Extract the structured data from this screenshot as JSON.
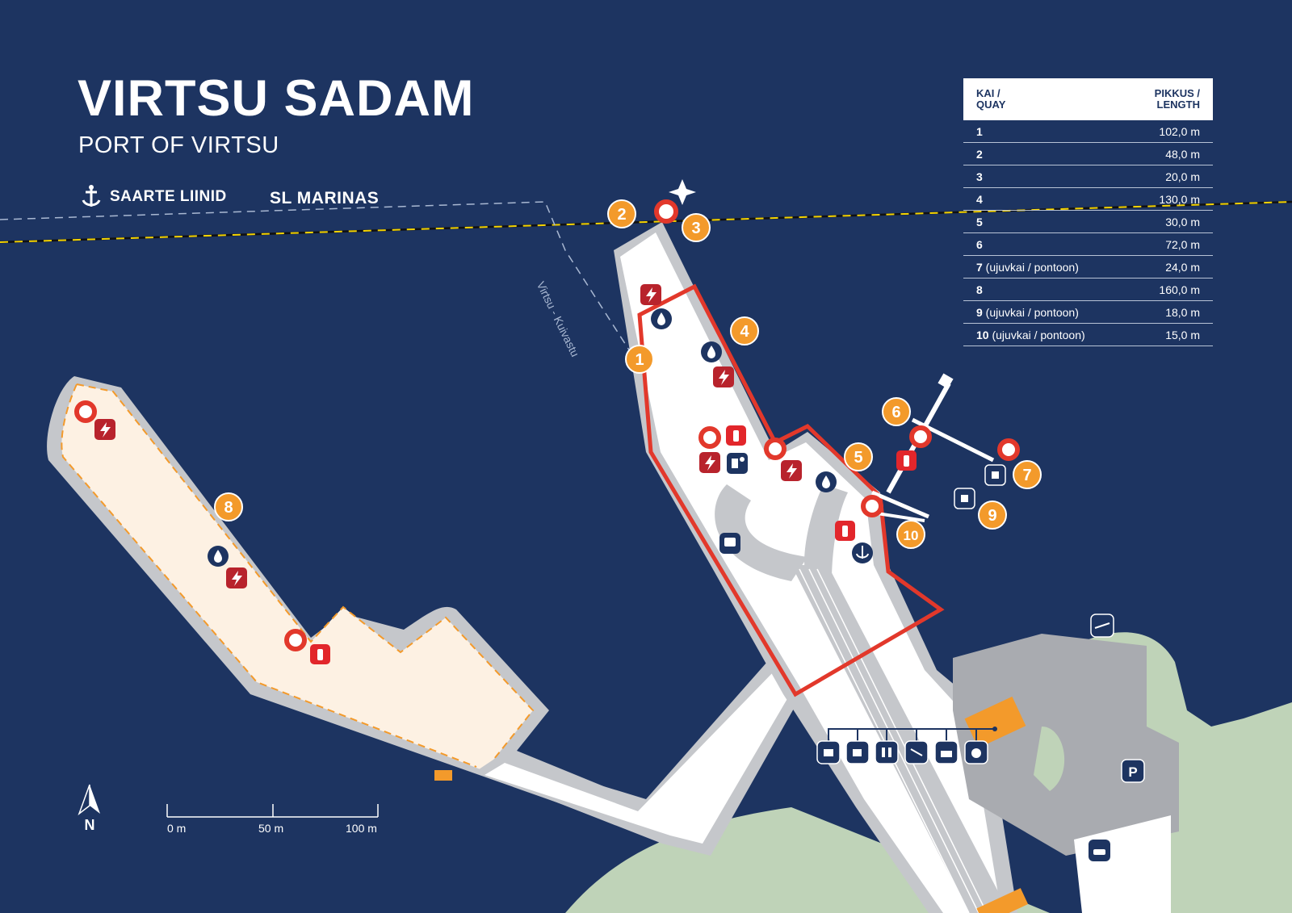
{
  "header": {
    "title": "VIRTSU SADAM",
    "subtitle": "PORT OF VIRTSU"
  },
  "logos": {
    "saarte_liinid": "SAARTE LIINID",
    "sl_marinas": "SL MARINAS"
  },
  "route_label": "Virtsu - Kuivastu",
  "legend": {
    "col1": [
      "KAI /",
      "QUAY"
    ],
    "col2": [
      "PIKKUS /",
      "LENGTH"
    ],
    "rows": [
      {
        "num": "1",
        "note": "",
        "length": "102,0 m"
      },
      {
        "num": "2",
        "note": "",
        "length": "48,0 m"
      },
      {
        "num": "3",
        "note": "",
        "length": "20,0 m"
      },
      {
        "num": "4",
        "note": "",
        "length": "130,0 m"
      },
      {
        "num": "5",
        "note": "",
        "length": "30,0 m"
      },
      {
        "num": "6",
        "note": "",
        "length": "72,0 m"
      },
      {
        "num": "7",
        "note": " (ujuvkai / pontoon)",
        "length": "24,0 m"
      },
      {
        "num": "8",
        "note": "",
        "length": "160,0 m"
      },
      {
        "num": "9",
        "note": " (ujuvkai / pontoon)",
        "length": "18,0 m"
      },
      {
        "num": "10",
        "note": " (ujuvkai / pontoon)",
        "length": "15,0 m"
      }
    ]
  },
  "scale": {
    "labels": [
      "0 m",
      "50 m",
      "100 m"
    ]
  },
  "north": "N",
  "quay_markers": [
    "1",
    "2",
    "3",
    "4",
    "5",
    "6",
    "7",
    "8",
    "9",
    "10"
  ],
  "parking_label": "P",
  "colors": {
    "sea": "#1d3461",
    "land": "#bfd3b8",
    "quay": "#ffffff",
    "pier_edge": "#c5c7cb",
    "marker": "#f39a2b",
    "security_zone": "#e2382b",
    "electric": "#b8232c",
    "fire": "#e2262b",
    "service": "#1d3461",
    "marina_pier": "#fdf1e3"
  }
}
